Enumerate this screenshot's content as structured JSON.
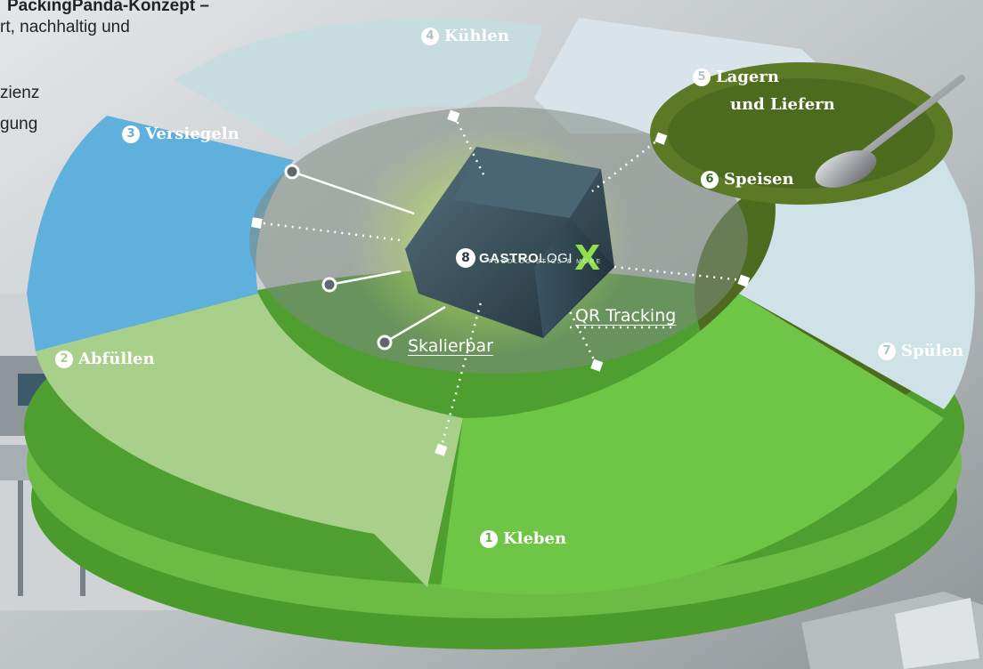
{
  "intro": {
    "line1": "PackingPanda-Konzept –",
    "line2": "rt, nachhaltig und",
    "line3": "zienz",
    "line4": "gung"
  },
  "steps": [
    {
      "num": "1",
      "label": "Kleben"
    },
    {
      "num": "2",
      "label": "Abfüllen"
    },
    {
      "num": "3",
      "label": "Versiegeln"
    },
    {
      "num": "4",
      "label": "Kühlen"
    },
    {
      "num": "5",
      "label_line1": "Lagern",
      "label_line2": "und Liefern"
    },
    {
      "num": "6",
      "label": "Speisen"
    },
    {
      "num": "7",
      "label": "Spülen"
    },
    {
      "num": "8",
      "label": "GASTROLOGIX",
      "brand_part1": "GASTRO",
      "brand_part2": "LOGI",
      "brand_x": "X",
      "tagline": "FOODLOGISTICS & MORE"
    }
  ],
  "features": {
    "scalable": "Skalierbar",
    "qr": "QR Tracking"
  },
  "colors": {
    "green_dark": "#5fb83a",
    "green_light": "#a9d08a",
    "blue": "#5fb0dc",
    "ice": "#cfe2e8",
    "olive": "#4d6b1f",
    "cube": "#2f4450",
    "glow": "#c8ee6a"
  }
}
